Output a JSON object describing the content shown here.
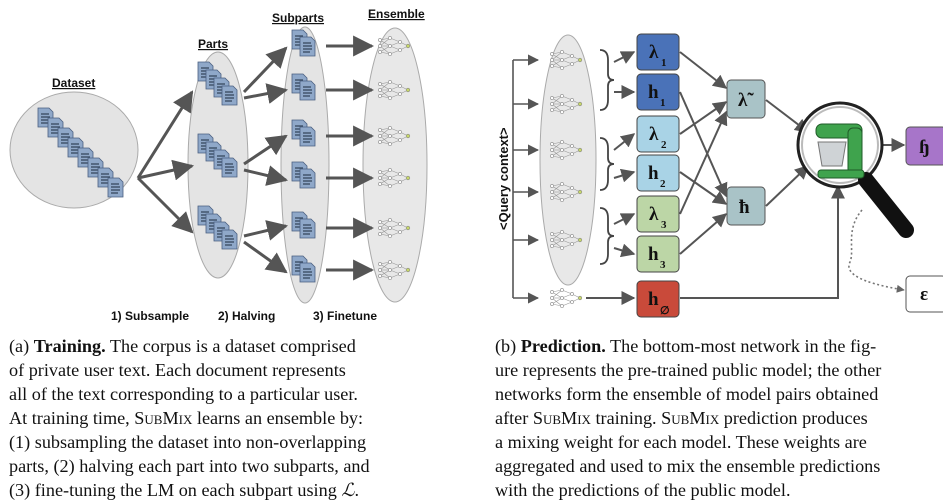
{
  "panel_a": {
    "labels": {
      "dataset": "Dataset",
      "parts": "Parts",
      "subparts": "Subparts",
      "ensemble": "Ensemble"
    },
    "steps": [
      "1) Subsample",
      "2) Halving",
      "3) Finetune"
    ],
    "caption": {
      "prefix": "(a) ",
      "title": "Training.",
      "lines": [
        " The corpus is a dataset comprised",
        "of private user text.  Each document represents",
        "all of the text corresponding to a particular user.",
        "At training time, ",
        "(1) subsampling the dataset into non-overlapping",
        "parts, (2) halving each part into two subparts, and",
        "(3) fine-tuning the LM on each subpart using "
      ],
      "method": "SubMix",
      "line4_tail": " learns an ensemble by:",
      "loss_symbol": "ℒ",
      "end": "."
    }
  },
  "panel_b": {
    "query_label": "<Query context>",
    "boxes": {
      "lambda1": {
        "main": "λ",
        "sub": "1",
        "color": "#4a72b8"
      },
      "h1": {
        "main": "h",
        "sub": "1",
        "color": "#4a72b8"
      },
      "lambda2": {
        "main": "λ",
        "sub": "2",
        "color": "#a9d3e6"
      },
      "h2": {
        "main": "h",
        "sub": "2",
        "color": "#a9d3e6"
      },
      "lambda3": {
        "main": "λ",
        "sub": "3",
        "color": "#bcd6a6"
      },
      "h3": {
        "main": "h",
        "sub": "3",
        "color": "#bcd6a6"
      },
      "h0": {
        "main": "h",
        "sub": "∅",
        "color": "#c94a3a"
      },
      "lambda_tilde": {
        "main": "λ̃",
        "color": "#a9c3c7"
      },
      "h_bar": {
        "main": "ħ",
        "color": "#a9c3c7"
      },
      "h_out": {
        "main": "ɧ",
        "color": "#a775c9"
      },
      "epsilon": {
        "main": "ε",
        "color": "#ffffff"
      }
    },
    "caption": {
      "prefix": "(b) ",
      "title": "Prediction.",
      "lines": [
        " The bottom-most network in the fig-",
        "ure represents the pre-trained public model; the other",
        "networks form the ensemble of model pairs obtained",
        "after ",
        "a mixing weight for each model.  These weights are",
        "aggregated and used to mix the ensemble predictions",
        "with the predictions of the public model."
      ],
      "method": "SubMix",
      "line4_mid": " training. ",
      "line4_tail": " prediction produces"
    }
  }
}
